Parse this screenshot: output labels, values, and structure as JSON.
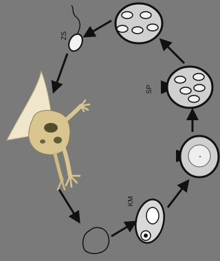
{
  "diagram": {
    "labels": {
      "zoospore": "ZS",
      "sporangium": "SP",
      "encysted_stage": "KM"
    },
    "colors": {
      "background": "#7a7a7a",
      "outline": "#111111",
      "cell_fill": "#d8d8d8",
      "spore_fill": "#f2f2f2",
      "frog_skin": "#d8c590",
      "frog_dark": "#3a3a1a"
    },
    "icons": {
      "host": "frog-icon",
      "arrow": "arrow-icon"
    }
  }
}
